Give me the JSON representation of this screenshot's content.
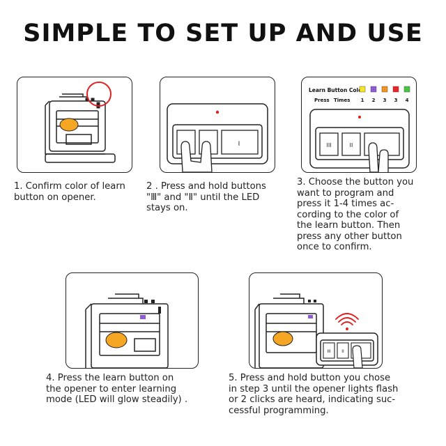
{
  "title": "SIMPLE TO SET UP AND USE",
  "steps": [
    {
      "lines": [
        "1. Confirm color of learn",
        "button on opener."
      ]
    },
    {
      "lines": [
        "2 .  Press and hold buttons",
        "\"Ⅲ\" and \"Ⅱ\"  until the LED",
        "stays on."
      ]
    },
    {
      "lines": [
        "3. Choose the button you",
        "want to program and",
        "press  it 1-4 times ac-",
        "cording to the color of",
        "the learn button. Then",
        "press any other button",
        "once to confirm."
      ]
    },
    {
      "lines": [
        "4. Press the learn button on",
        "the opener to enter learning",
        "mode (LED will glow steadily) ."
      ]
    },
    {
      "lines": [
        "5. Press and hold button you chose",
        "in step 3 until the opener lights flash",
        "or 2 clicks are heard, indicating suc-",
        "cessful programming."
      ]
    }
  ],
  "legend": {
    "title": "Learn Button Color",
    "press_label": "Press",
    "times_label": "Times",
    "counts": [
      "1",
      "2",
      "3",
      "3",
      "4"
    ],
    "colors": [
      "#f5e625",
      "#8e5bd4",
      "#f39322",
      "#e8232a",
      "#4cc43f"
    ]
  },
  "remote_buttons": {
    "btn3": "III",
    "btn2": "II",
    "btn1": "I"
  },
  "colors": {
    "frame": "#222222",
    "led": "#e02020",
    "finger": "#f5a623",
    "highlight": "#e02020"
  }
}
